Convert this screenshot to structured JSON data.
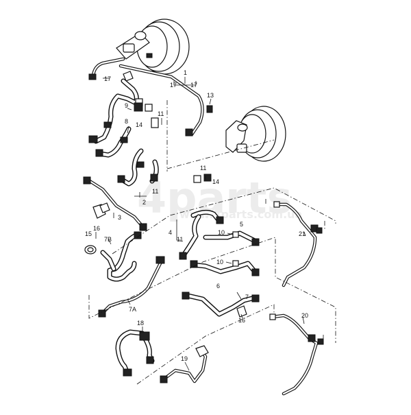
{
  "watermark": {
    "main": "4parts",
    "sub": "www.4parts.com.ua"
  },
  "callouts": {
    "c1": "1",
    "c17a": "17",
    "c17b": "17",
    "c17c": "17",
    "c13": "13",
    "c9": "9",
    "c14a": "14",
    "c11a": "11",
    "c8": "8",
    "c11b": "11",
    "c11c": "11",
    "c2": "2",
    "c14b": "14",
    "c3": "3",
    "c16a": "16",
    "c15": "15",
    "c7b": "7B",
    "c4": "4",
    "c11d": "11",
    "c10a": "10",
    "c5": "5",
    "c10b": "10",
    "c6": "6",
    "c7": "7",
    "c16b": "16",
    "c7a": "7A",
    "c21": "21",
    "c20": "20",
    "c18": "18",
    "c19": "19"
  }
}
